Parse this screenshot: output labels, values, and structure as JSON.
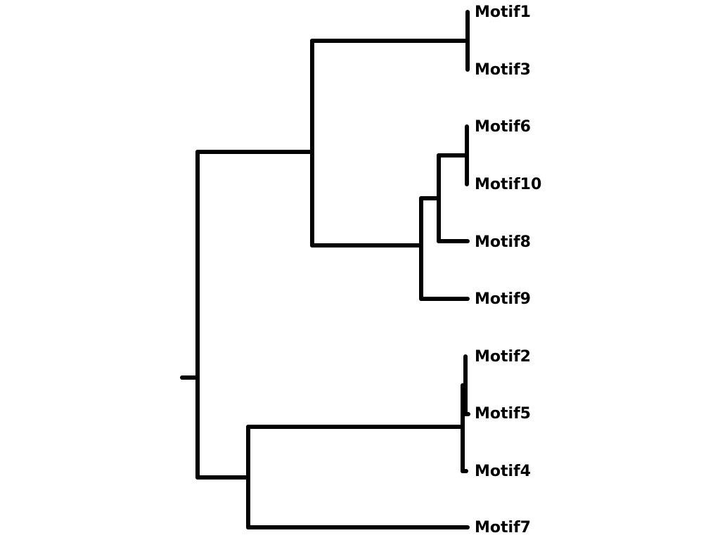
{
  "diagram": {
    "type": "dendrogram",
    "line_color": "#000000",
    "leaves": [
      {
        "id": "m1",
        "label": "Motif1"
      },
      {
        "id": "m3",
        "label": "Motif3"
      },
      {
        "id": "m6",
        "label": "Motif6"
      },
      {
        "id": "m10",
        "label": "Motif10"
      },
      {
        "id": "m8",
        "label": "Motif8"
      },
      {
        "id": "m9",
        "label": "Motif9"
      },
      {
        "id": "m2",
        "label": "Motif2"
      },
      {
        "id": "m5",
        "label": "Motif5"
      },
      {
        "id": "m4",
        "label": "Motif4"
      },
      {
        "id": "m7",
        "label": "Motif7"
      }
    ],
    "tree": [
      [
        [
          "m1",
          "m3"
        ],
        [
          [
            [
              "m6",
              "m10"
            ],
            "m8"
          ],
          "m9"
        ]
      ],
      [
        [
          "m2",
          "m5",
          "m4"
        ],
        "m7"
      ]
    ]
  }
}
